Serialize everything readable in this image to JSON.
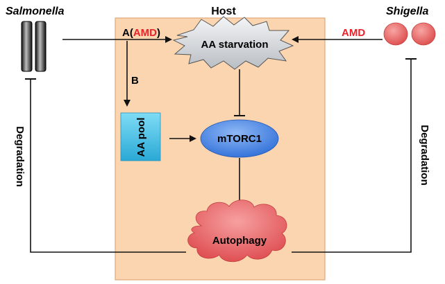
{
  "labels": {
    "salmonella": "Salmonella",
    "host": "Host",
    "shigella": "Shigella",
    "pathway_a": "A(",
    "pathway_a_amd": "AMD",
    "pathway_a_close": ")",
    "pathway_b": "B",
    "shigella_amd": "AMD",
    "aa_starvation": "AA starvation",
    "aa_pool": "AA pool",
    "mtorc1": "mTORC1",
    "autophagy": "Autophagy",
    "degradation_left": "Degradation",
    "degradation_right": "Degradation"
  },
  "colors": {
    "host_fill": "#fbd5b0",
    "host_border": "#e0a878",
    "amd_red": "#e8232a",
    "starburst_fill": "#d9dde2",
    "aa_pool_fill": "#4fc3e6",
    "mtorc1_fill": "#3f7fe0",
    "autophagy_fill": "#ea5b5f",
    "shigella_fill": "#e85a5a",
    "salmonella_fill": "#333333"
  }
}
